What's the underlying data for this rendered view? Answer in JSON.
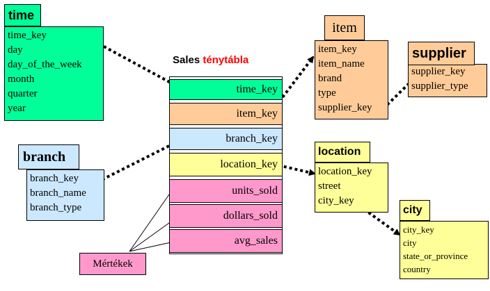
{
  "fact": {
    "title_bold": "Sales ",
    "title_red": "ténytábla",
    "rows": [
      "time_key",
      "item_key",
      "branch_key",
      "location_key",
      "units_sold",
      "dollars_sold",
      "avg_sales"
    ]
  },
  "time": {
    "title": "time",
    "attributes": [
      "time_key",
      "day",
      "day_of_the_week",
      "month",
      "quarter",
      "year"
    ]
  },
  "item": {
    "title": "item",
    "attributes": [
      "item_key",
      "item_name",
      "brand",
      "type",
      "supplier_key"
    ]
  },
  "supplier": {
    "title": "supplier",
    "attributes": [
      "supplier_key",
      "supplier_type"
    ]
  },
  "branch": {
    "title": "branch",
    "attributes": [
      "branch_key",
      "branch_name",
      "branch_type"
    ]
  },
  "location": {
    "title": "location",
    "attributes": [
      "location_key",
      "street",
      "city_key"
    ]
  },
  "city": {
    "title": "city",
    "attributes": [
      "city_key",
      "city",
      "state_or_province",
      "country"
    ]
  },
  "measures_label": "Mértékek",
  "colors": {
    "time": "#00ff99",
    "item": "#ffcc99",
    "branch": "#cce8ff",
    "location": "#ffff99",
    "measures": "#ff99cc",
    "title_red": "#ff0000"
  }
}
